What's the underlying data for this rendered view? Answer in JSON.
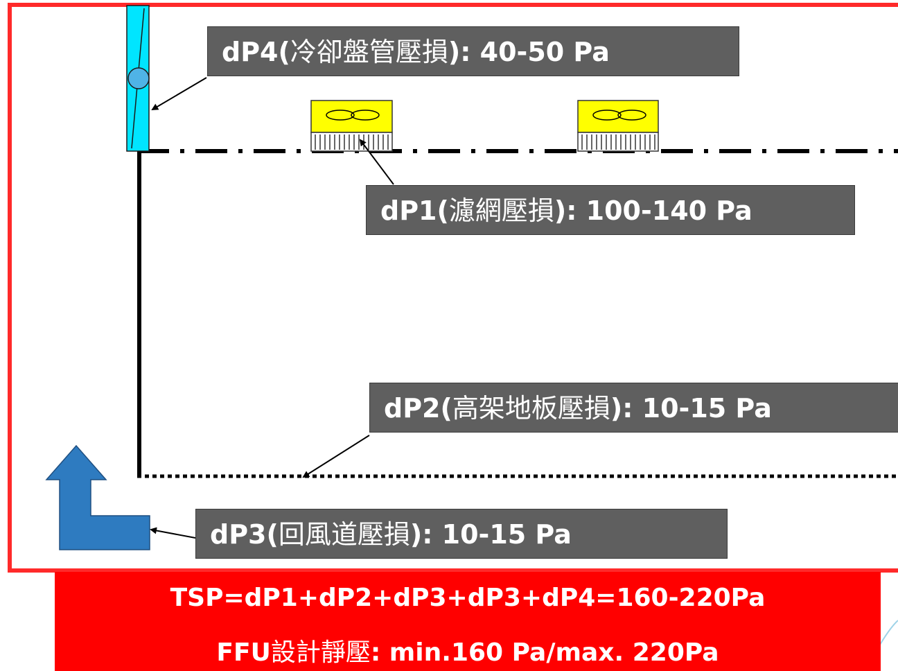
{
  "labels": {
    "dp4": {
      "prefix": "dP4(",
      "cjk": "冷卻盤管壓損",
      "suffix": "): 40-50 Pa"
    },
    "dp1": {
      "prefix": "dP1(",
      "cjk": "濾網壓損",
      "suffix": "): 100-140 Pa"
    },
    "dp2": {
      "prefix": "dP2(",
      "cjk": "高架地板壓損",
      "suffix": "): 10-15 Pa"
    },
    "dp3": {
      "prefix": "dP3(",
      "cjk": "回風道壓損",
      "suffix": "): 10-15 Pa"
    }
  },
  "summary": {
    "formula": "TSP=dP1+dP2+dP3+dP3+dP4=160-220Pa",
    "design_prefix": "FFU",
    "design_cjk": "設計靜壓",
    "design_suffix": ": min.160 Pa/max. 220Pa"
  },
  "colors": {
    "frame": "#ff2a2a",
    "label_bg": "#5f5f5f",
    "summary_bg": "#ff0000",
    "coil": "#00e5ff",
    "ffu": "#ffff00",
    "arrow": "#2e7bc0"
  }
}
